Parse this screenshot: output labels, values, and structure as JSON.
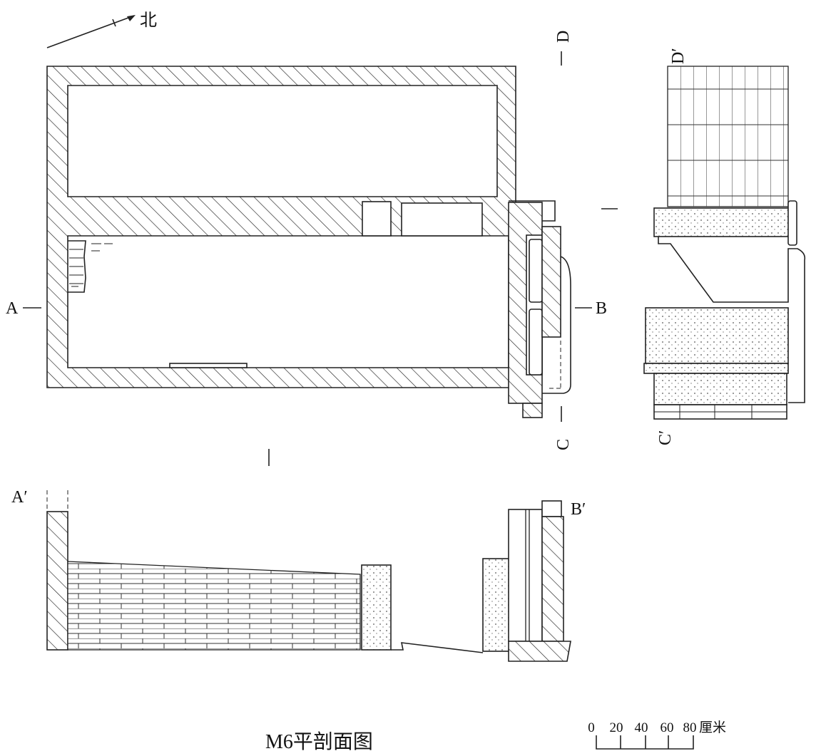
{
  "north_label": "北",
  "section_labels": {
    "a": "A",
    "b": "B",
    "c": "C",
    "d": "D",
    "a_prime": "A′",
    "b_prime": "B′",
    "c_prime": "C′",
    "d_prime": "D′"
  },
  "title": "M6平剖面图",
  "scale_bar": {
    "ticks": [
      "0",
      "20",
      "40",
      "60",
      "80"
    ],
    "unit": "厘米"
  }
}
